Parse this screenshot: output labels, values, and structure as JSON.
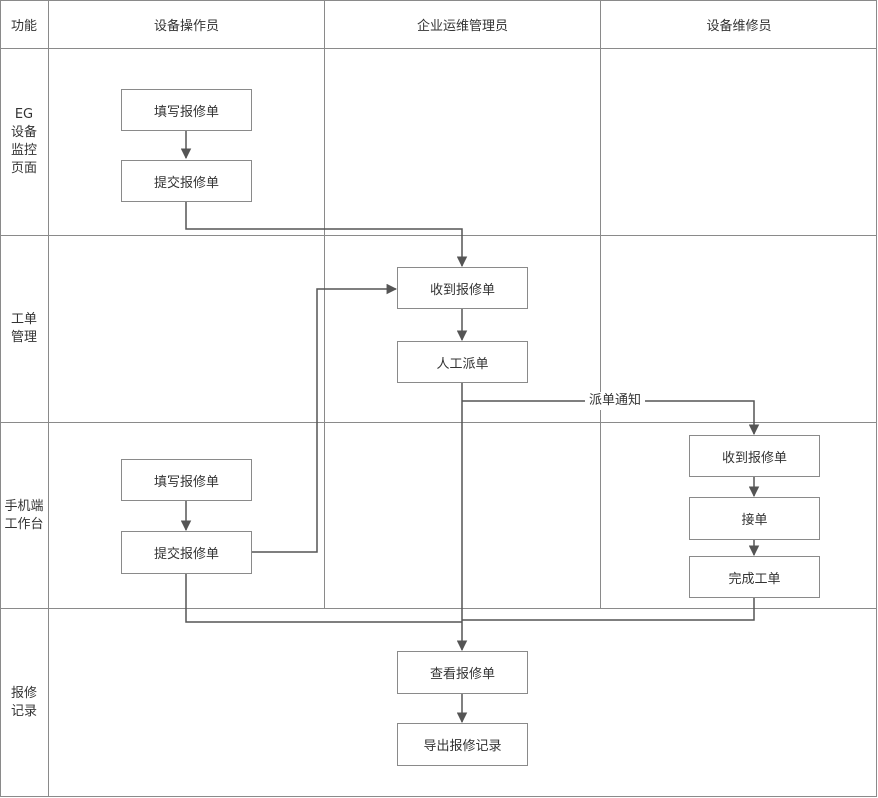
{
  "header": {
    "function": "功能",
    "columns": [
      "设备操作员",
      "企业运维管理员",
      "设备维修员"
    ]
  },
  "lanes": [
    {
      "id": "eg",
      "label": "EG\n设备\n监控\n页面"
    },
    {
      "id": "workorder",
      "label": "工单\n管理"
    },
    {
      "id": "mobile",
      "label": "手机端\n工作台"
    },
    {
      "id": "records",
      "label": "报修\n记录"
    }
  ],
  "nodes": {
    "eg_fill": "填写报修单",
    "eg_submit": "提交报修单",
    "wo_receive": "收到报修单",
    "wo_manual": "人工派单",
    "m_fill": "填写报修单",
    "m_submit": "提交报修单",
    "tech_receive": "收到报修单",
    "tech_accept": "接单",
    "tech_complete": "完成工单",
    "rec_view": "查看报修单",
    "rec_export": "导出报修记录"
  },
  "edges": {
    "dispatch_notice": "派单通知"
  },
  "colors": {
    "grid": "#8a8a8a",
    "line": "#555555",
    "text": "#333333"
  }
}
